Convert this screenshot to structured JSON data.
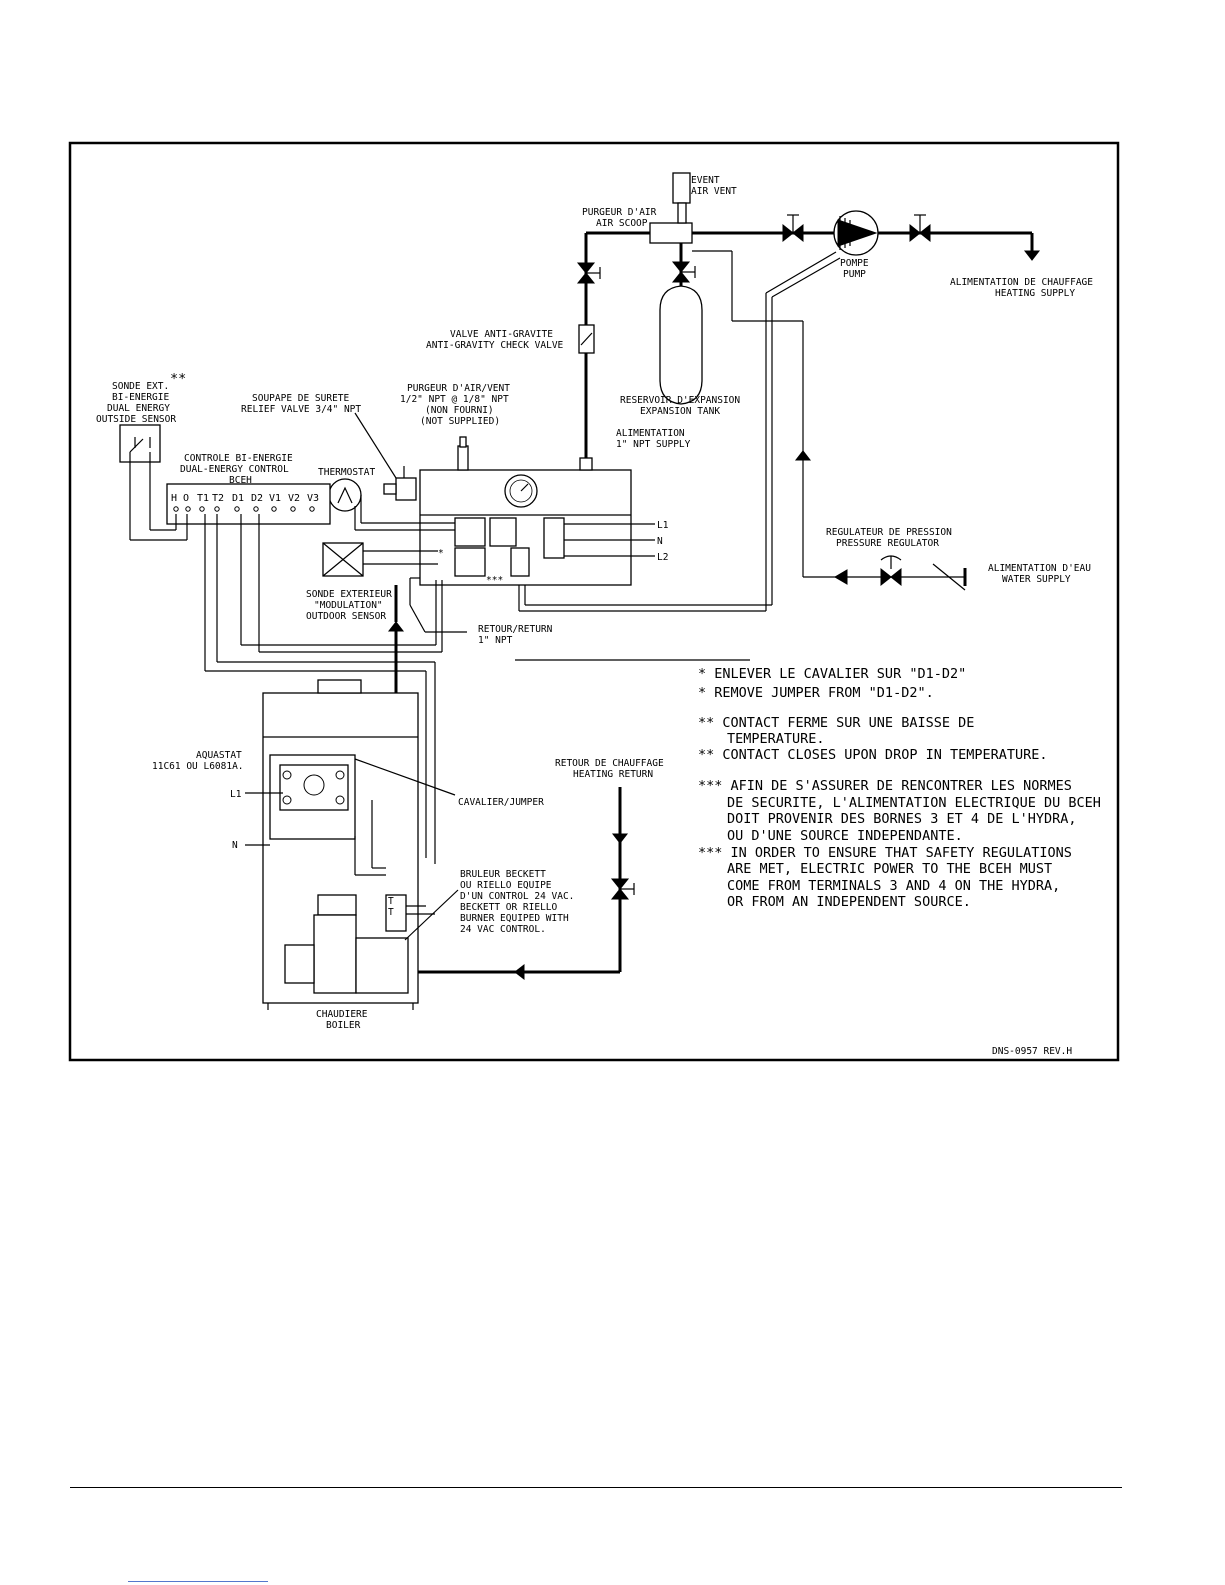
{
  "labels": {
    "event_fr": "EVENT",
    "event_en": "AIR VENT",
    "purgeur_fr": "PURGEUR D'AIR",
    "purgeur_en": "AIR SCOOP",
    "pompe_fr": "POMPE",
    "pompe_en": "PUMP",
    "alim_chauff_fr": "ALIMENTATION DE CHAUFFAGE",
    "alim_chauff_en": "HEATING SUPPLY",
    "valve_fr": "VALVE ANTI-GRAVITE",
    "valve_en": "ANTI-GRAVITY CHECK VALVE",
    "reservoir_fr": "RESERVOIR D'EXPANSION",
    "reservoir_en": "EXPANSION TANK",
    "stars2_top": "**",
    "sonde_ext_1": "SONDE EXT.",
    "sonde_ext_2": "BI-ENERGIE",
    "sonde_ext_3": "DUAL ENERGY",
    "sonde_ext_4": "OUTSIDE SENSOR",
    "soupape_fr": "SOUPAPE DE SURETE",
    "soupape_en": "RELIEF VALVE 3/4\" NPT",
    "purgeur_vent_1": "PURGEUR D'AIR/VENT",
    "purgeur_vent_2": "1/2\" NPT @ 1/8\" NPT",
    "purgeur_vent_3": "(NON FOURNI)",
    "purgeur_vent_4": "(NOT SUPPLIED)",
    "alim_npt_1": "ALIMENTATION",
    "alim_npt_2": "1\" NPT SUPPLY",
    "controle_1": "CONTROLE BI-ENERGIE",
    "controle_2": "DUAL-ENERGY CONTROL",
    "controle_3": "BCEH",
    "thermostat": "THERMOSTAT",
    "l1": "L1",
    "n": "N",
    "l2": "L2",
    "regulateur_fr": "REGULATEUR DE PRESSION",
    "regulateur_en": "PRESSURE REGULATOR",
    "alim_eau_fr": "ALIMENTATION D'EAU",
    "alim_eau_en": "WATER SUPPLY",
    "sonde_mod_1": "SONDE EXTERIEUR",
    "sonde_mod_2": "\"MODULATION\"",
    "sonde_mod_3": "OUTDOOR SENSOR",
    "retour_1": "RETOUR/RETURN",
    "retour_2": "1\" NPT",
    "star1": "*",
    "star3": "***",
    "aquastat_1": "AQUASTAT",
    "aquastat_2": "11C61 OU L6081A.",
    "cavalier": "CAVALIER/JUMPER",
    "aq_l1": "L1",
    "aq_n": "N",
    "retour_chauff_fr": "RETOUR DE CHAUFFAGE",
    "retour_chauff_en": "HEATING RETURN",
    "bruleur_1": "BRULEUR BECKETT",
    "bruleur_2": "OU RIELLO EQUIPE",
    "bruleur_3": "D'UN CONTROL 24 VAC.",
    "bruleur_4": "BECKETT OR RIELLO",
    "bruleur_5": "BURNER EQUIPED WITH",
    "bruleur_6": "24 VAC CONTROL.",
    "chaudiere_fr": "CHAUDIERE",
    "chaudiere_en": "BOILER",
    "tt_1": "T",
    "tt_2": "T",
    "drawing_no": "DNS-0957 REV.H"
  },
  "terminals": [
    "H",
    "O",
    "T1",
    "T2",
    "D1",
    "D2",
    "V1",
    "V2",
    "V3"
  ],
  "notes": [
    "* ENLEVER LE CAVALIER SUR \"D1-D2\"",
    "* REMOVE JUMPER FROM \"D1-D2\".",
    "** CONTACT FERME SUR UNE BAISSE DE",
    "TEMPERATURE.",
    "** CONTACT CLOSES UPON DROP IN TEMPERATURE.",
    "*** AFIN DE S'ASSURER DE RENCONTRER LES NORMES",
    "DE SECURITE, L'ALIMENTATION ELECTRIQUE DU BCEH",
    "DOIT PROVENIR DES BORNES 3 ET 4 DE L'HYDRA,",
    "OU D'UNE SOURCE INDEPENDANTE.",
    "*** IN ORDER TO ENSURE THAT SAFETY REGULATIONS",
    "ARE MET, ELECTRIC POWER TO THE BCEH MUST",
    "COME FROM TERMINALS 3 AND 4 ON THE HYDRA,",
    "OR FROM AN INDEPENDENT SOURCE."
  ]
}
